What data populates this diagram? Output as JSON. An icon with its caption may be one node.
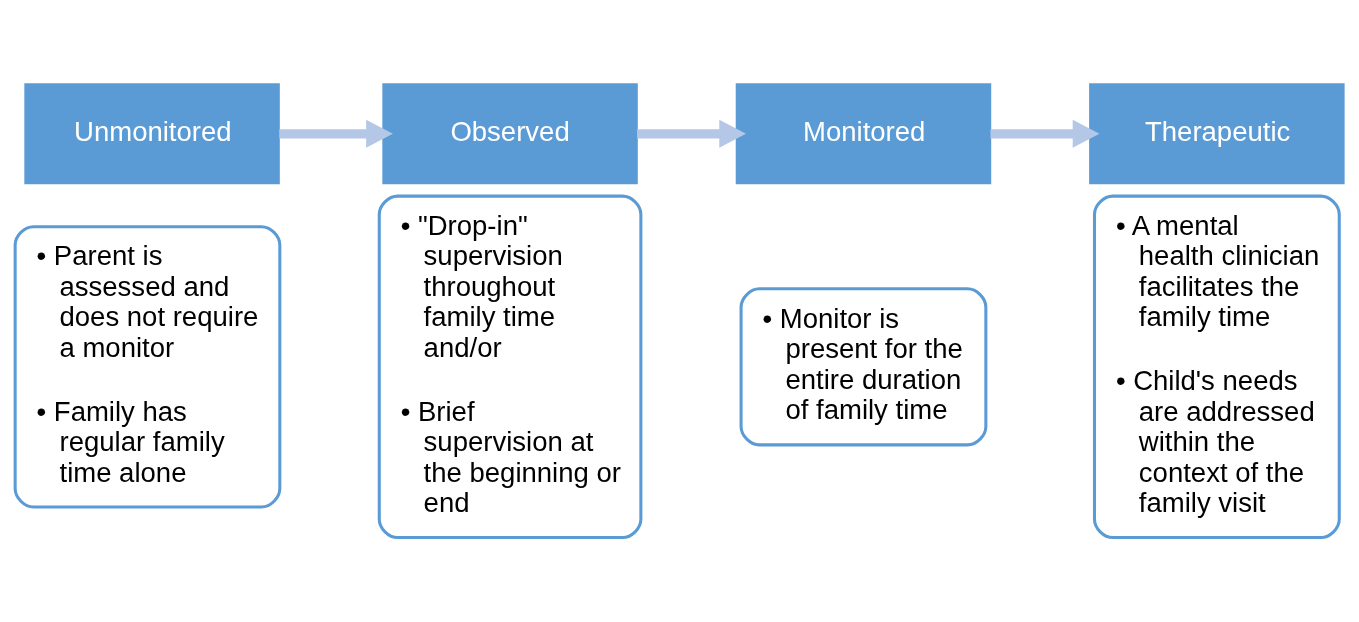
{
  "diagram": {
    "nodes": [
      {
        "text": [
          "Unmonitored"
        ]
      },
      {
        "text": [
          "• Parent is assessed and does not require a monitor",
          "• Family has regular family time alone"
        ]
      },
      {
        "text": [
          "Observed"
        ]
      },
      {
        "text": [
          "• \"Drop-in\" supervision throughout family time and/or",
          "• Brief supervision at the beginning or end"
        ]
      },
      {
        "text": [
          "Monitored"
        ]
      },
      {
        "text": [
          "• Monitor is present for the entire duration of family time"
        ]
      },
      {
        "text": [
          "Therapeutic"
        ]
      },
      {
        "text": [
          "• A mental health clinician facilitates the family time",
          "• Child's needs are addressed within the context of the family visit"
        ]
      }
    ],
    "edges": [
      {
        "from": 0,
        "to": 2,
        "arrow": "to"
      },
      {
        "from": 2,
        "to": 4,
        "arrow": "to"
      },
      {
        "from": 4,
        "to": 6,
        "arrow": "to"
      }
    ]
  }
}
